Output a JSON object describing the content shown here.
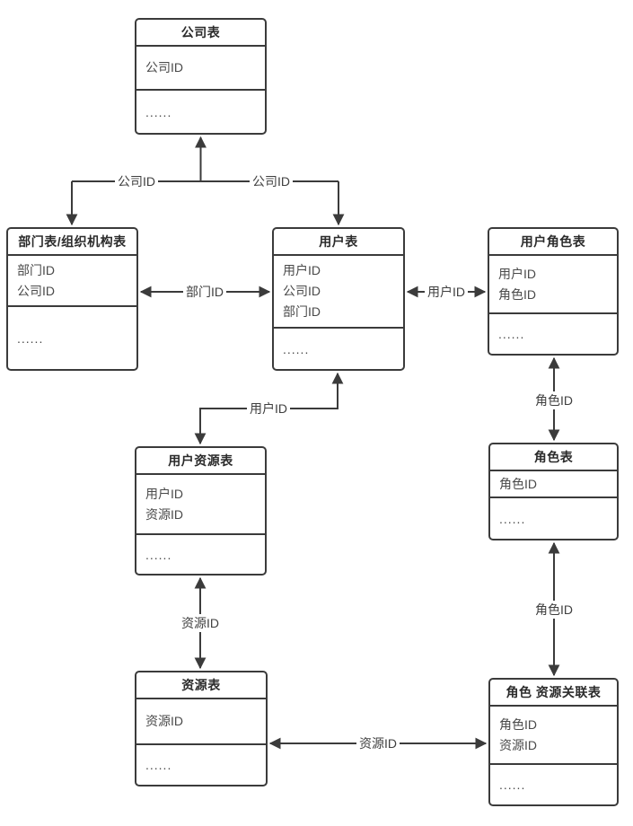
{
  "diagram": {
    "colors": {
      "line": "#3b3b3b",
      "field_text": "#4a4a4a",
      "header_text": "#2b2b2b",
      "background": "#ffffff"
    },
    "tables": {
      "company": {
        "title": "公司表",
        "fields": [
          "公司ID"
        ],
        "more": "......"
      },
      "department": {
        "title": "部门表/组织机构表",
        "fields": [
          "部门ID",
          "公司ID"
        ],
        "more": "......"
      },
      "user": {
        "title": "用户表",
        "fields": [
          "用户ID",
          "公司ID",
          "部门ID"
        ],
        "more": "......"
      },
      "user_role": {
        "title": "用户角色表",
        "fields": [
          "用户ID",
          "角色ID"
        ],
        "more": "......"
      },
      "user_resource": {
        "title": "用户资源表",
        "fields": [
          "用户ID",
          "资源ID"
        ],
        "more": "......"
      },
      "role": {
        "title": "角色表",
        "fields": [
          "角色ID"
        ],
        "more": "......"
      },
      "resource": {
        "title": "资源表",
        "fields": [
          "资源ID"
        ],
        "more": "......"
      },
      "role_resource": {
        "title": "角色 资源关联表",
        "fields": [
          "角色ID",
          "资源ID"
        ],
        "more": "......"
      }
    },
    "edge_labels": {
      "company_department": "公司ID",
      "company_user": "公司ID",
      "department_user": "部门ID",
      "user_userrole": "用户ID",
      "user_userresource": "用户ID",
      "userrole_role": "角色ID",
      "userresource_resource": "资源ID",
      "role_roleresource": "角色ID",
      "resource_roleresource": "资源ID"
    }
  }
}
